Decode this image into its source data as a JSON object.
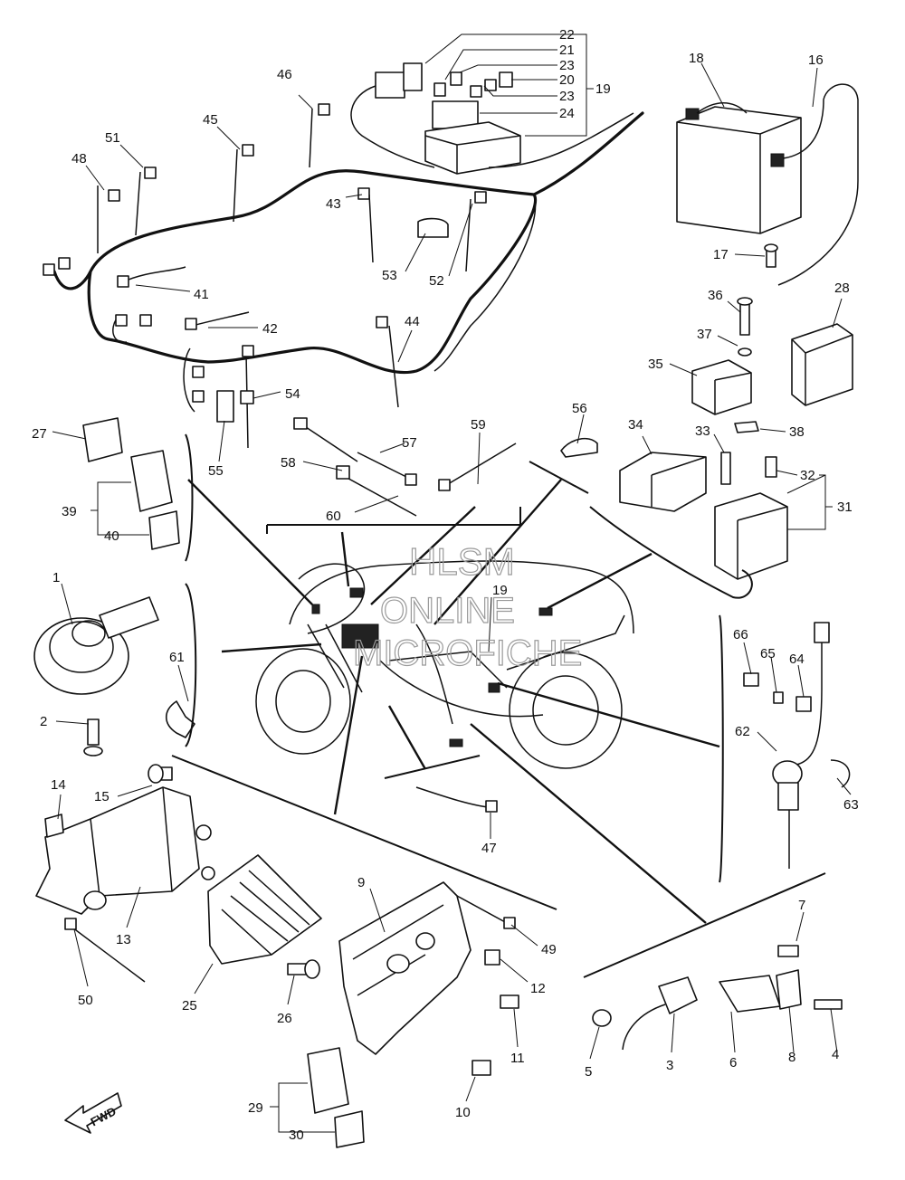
{
  "watermark": {
    "line1": "HLSM",
    "line2": "ONLINE",
    "line3": "MICROFICHE"
  },
  "fwd_label": "FWD",
  "part_numbers": {
    "p1": "1",
    "p2": "2",
    "p3": "3",
    "p4": "4",
    "p5": "5",
    "p6": "6",
    "p7": "7",
    "p8": "8",
    "p9": "9",
    "p10": "10",
    "p11": "11",
    "p12": "12",
    "p13": "13",
    "p14": "14",
    "p15": "15",
    "p16": "16",
    "p17": "17",
    "p18": "18",
    "p19": "19",
    "p19b": "19",
    "p20": "20",
    "p21": "21",
    "p22": "22",
    "p23a": "23",
    "p23b": "23",
    "p24": "24",
    "p25": "25",
    "p26": "26",
    "p27": "27",
    "p28": "28",
    "p29": "29",
    "p30": "30",
    "p31": "31",
    "p32": "32",
    "p33": "33",
    "p34": "34",
    "p35": "35",
    "p36": "36",
    "p37": "37",
    "p38": "38",
    "p39": "39",
    "p40": "40",
    "p41": "41",
    "p42": "42",
    "p43": "43",
    "p44": "44",
    "p45": "45",
    "p46": "46",
    "p47": "47",
    "p48": "48",
    "p49": "49",
    "p50": "50",
    "p51": "51",
    "p52": "52",
    "p53": "53",
    "p54": "54",
    "p55": "55",
    "p56": "56",
    "p57": "57",
    "p58": "58",
    "p59": "59",
    "p60": "60",
    "p61": "61",
    "p62": "62",
    "p63": "63",
    "p64": "64",
    "p65": "65",
    "p66": "66"
  }
}
